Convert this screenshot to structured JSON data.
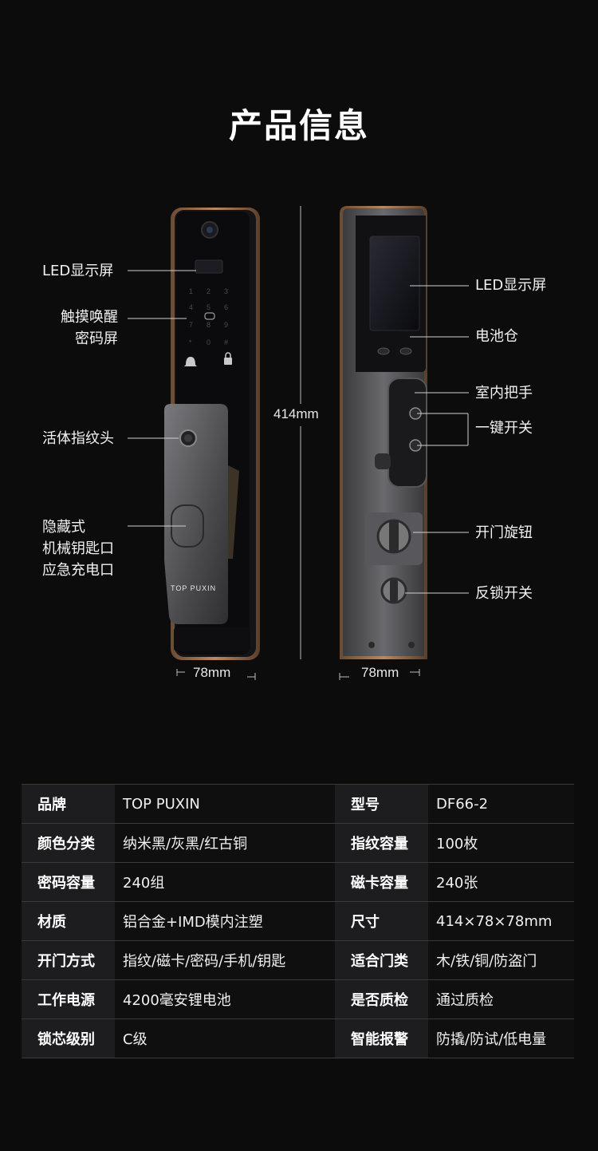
{
  "title": "产品信息",
  "colors": {
    "background": "#0c0c0d",
    "accent": "#b07a52",
    "table_key_bg": "#1d1d1f"
  },
  "front_labels": {
    "led": "LED显示屏",
    "touch_line1": "触摸唤醒",
    "touch_line2": "密码屏",
    "fingerprint": "活体指纹头",
    "hidden_line1": "隐藏式",
    "hidden_line2": "机械钥匙口",
    "hidden_line3": "应急充电口"
  },
  "back_labels": {
    "led": "LED显示屏",
    "battery": "电池仓",
    "handle": "室内把手",
    "onekey": "一键开关",
    "knob": "开门旋钮",
    "antilock": "反锁开关"
  },
  "dimensions": {
    "height": "414mm",
    "width_front": "78mm",
    "width_back": "78mm"
  },
  "brand_mark": "TOP PUXIN",
  "specs": [
    {
      "k1": "品牌",
      "v1": "TOP PUXIN",
      "k2": "型号",
      "v2": "DF66-2"
    },
    {
      "k1": "颜色分类",
      "v1": "纳米黑/灰黑/红古铜",
      "k2": "指纹容量",
      "v2": "100枚"
    },
    {
      "k1": "密码容量",
      "v1": "240组",
      "k2": "磁卡容量",
      "v2": "240张"
    },
    {
      "k1": "材质",
      "v1": "铝合金+IMD模内注塑",
      "k2": "尺寸",
      "v2": "414×78×78mm"
    },
    {
      "k1": "开门方式",
      "v1": "指纹/磁卡/密码/手机/钥匙",
      "k2": "适合门类",
      "v2": "木/铁/铜/防盗门"
    },
    {
      "k1": "工作电源",
      "v1": "4200毫安锂电池",
      "k2": "是否质检",
      "v2": "通过质检"
    },
    {
      "k1": "锁芯级别",
      "v1": "C级",
      "k2": "智能报警",
      "v2": "防撬/防试/低电量"
    }
  ]
}
